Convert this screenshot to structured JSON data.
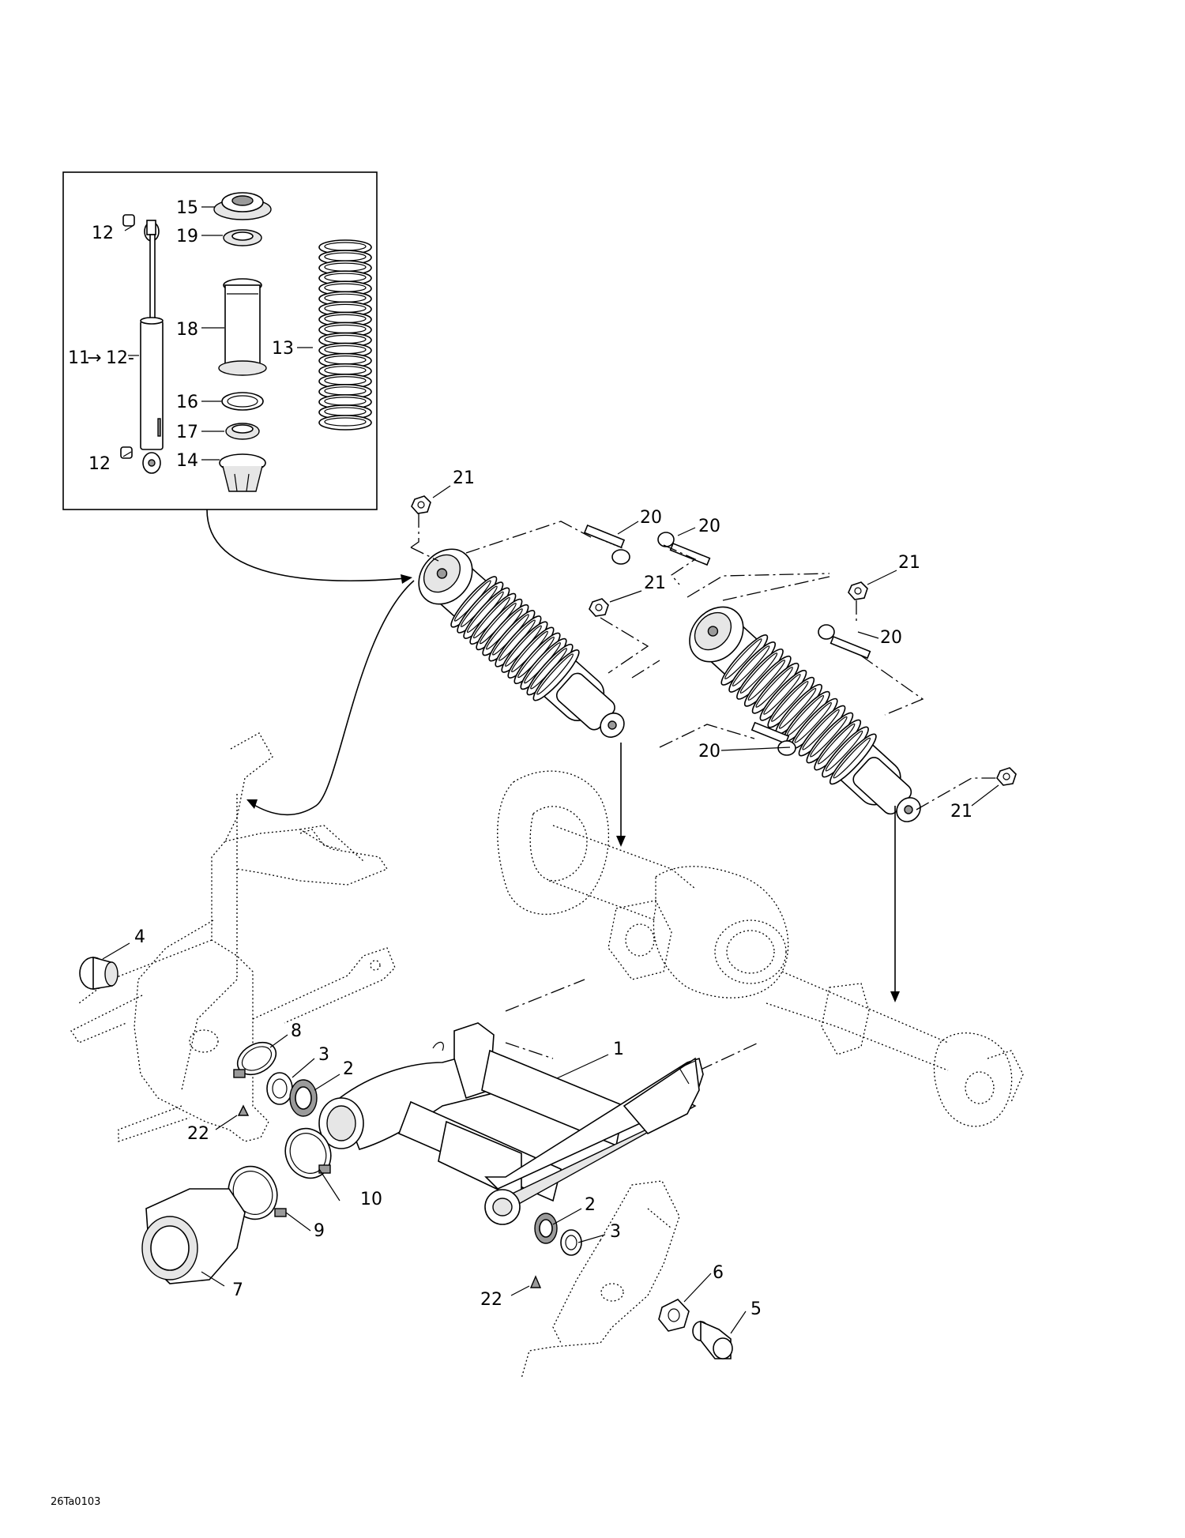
{
  "diagram_code": "26Ta0103",
  "callouts": {
    "c1": "1",
    "c2a": "2",
    "c2b": "2",
    "c3a": "3",
    "c3b": "3",
    "c4": "4",
    "c5": "5",
    "c6": "6",
    "c7": "7",
    "c8": "8",
    "c9": "9",
    "c10": "10",
    "c11": "11",
    "c12a": "12",
    "c12b": "12-",
    "c12c": "12",
    "c13": "13",
    "c14": "14",
    "c15": "15",
    "c16": "16",
    "c17": "17",
    "c18": "18",
    "c19": "19",
    "c20a": "20",
    "c20b": "20",
    "c20c": "20",
    "c20d": "20",
    "c21a": "21",
    "c21b": "21",
    "c21c": "21",
    "c21d": "21",
    "c22a": "22",
    "c22b": "22"
  }
}
